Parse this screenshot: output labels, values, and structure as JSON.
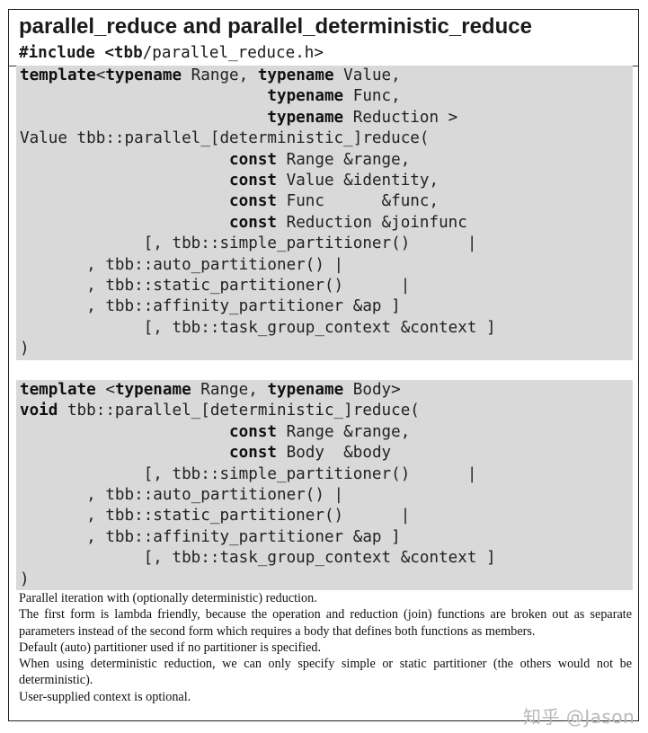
{
  "title": "parallel_reduce and parallel_deterministic_reduce",
  "include": {
    "keyword": "#include",
    "open": "<tbb",
    "header": "/parallel_reduce.h>"
  },
  "form1": [
    [
      [
        "k",
        "template"
      ],
      [
        "t",
        "<"
      ],
      [
        "k",
        "typename"
      ],
      [
        "t",
        " Range, "
      ],
      [
        "k",
        "typename"
      ],
      [
        "t",
        " Value,"
      ]
    ],
    [
      [
        "t",
        "                          "
      ],
      [
        "k",
        "typename"
      ],
      [
        "t",
        " Func,"
      ]
    ],
    [
      [
        "t",
        "                          "
      ],
      [
        "k",
        "typename"
      ],
      [
        "t",
        " Reduction >"
      ]
    ],
    [
      [
        "t",
        "Value tbb::parallel_[deterministic_]reduce("
      ]
    ],
    [
      [
        "t",
        "                      "
      ],
      [
        "k",
        "const"
      ],
      [
        "t",
        " Range &range,"
      ]
    ],
    [
      [
        "t",
        "                      "
      ],
      [
        "k",
        "const"
      ],
      [
        "t",
        " Value &identity,"
      ]
    ],
    [
      [
        "t",
        "                      "
      ],
      [
        "k",
        "const"
      ],
      [
        "t",
        " Func      &func,"
      ]
    ],
    [
      [
        "t",
        "                      "
      ],
      [
        "k",
        "const"
      ],
      [
        "t",
        " Reduction &joinfunc"
      ]
    ],
    [
      [
        "t",
        "             [, tbb::simple_partitioner()      |"
      ]
    ],
    [
      [
        "t",
        "       , tbb::auto_partitioner() |"
      ]
    ],
    [
      [
        "t",
        "       , tbb::static_partitioner()      |"
      ]
    ],
    [
      [
        "t",
        "       , tbb::affinity_partitioner &ap ]"
      ]
    ],
    [
      [
        "t",
        "             [, tbb::task_group_context &context ]"
      ]
    ],
    [
      [
        "t",
        ")"
      ]
    ]
  ],
  "form2": [
    [
      [
        "k",
        "template"
      ],
      [
        "t",
        " <"
      ],
      [
        "k",
        "typename"
      ],
      [
        "t",
        " Range, "
      ],
      [
        "k",
        "typename"
      ],
      [
        "t",
        " Body>"
      ]
    ],
    [
      [
        "k",
        "void"
      ],
      [
        "t",
        " tbb::parallel_[deterministic_]reduce("
      ]
    ],
    [
      [
        "t",
        "                      "
      ],
      [
        "k",
        "const"
      ],
      [
        "t",
        " Range &range,"
      ]
    ],
    [
      [
        "t",
        "                      "
      ],
      [
        "k",
        "const"
      ],
      [
        "t",
        " Body  &body"
      ]
    ],
    [
      [
        "t",
        "             [, tbb::simple_partitioner()      |"
      ]
    ],
    [
      [
        "t",
        "       , tbb::auto_partitioner() |"
      ]
    ],
    [
      [
        "t",
        "       , tbb::static_partitioner()      |"
      ]
    ],
    [
      [
        "t",
        "       , tbb::affinity_partitioner &ap ]"
      ]
    ],
    [
      [
        "t",
        "             [, tbb::task_group_context &context ]"
      ]
    ],
    [
      [
        "t",
        ")"
      ]
    ]
  ],
  "description": [
    "Parallel iteration with (optionally deterministic) reduction.",
    "The first form is lambda friendly, because the operation and reduction (join) functions are broken out as separate parameters instead of the second form which requires a body that defines both functions as members.",
    "Default (auto) partitioner used if no partitioner is specified.",
    "When using deterministic reduction, we can only specify simple or static partitioner (the others would not be deterministic).",
    "User-supplied context is optional."
  ],
  "watermark": "知乎 @Jason"
}
